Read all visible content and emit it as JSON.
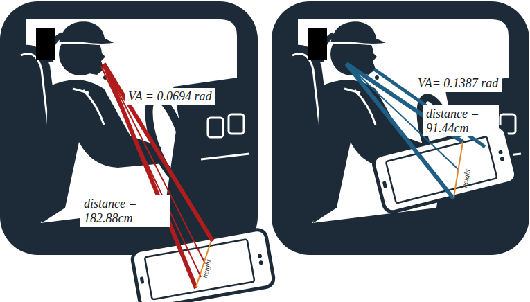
{
  "diagram": {
    "labels": [
      "VA = 0.0694 rad",
      "distance = 182.88cm",
      "height",
      "VA= 0.1387 rad",
      "distance = 91.44cm",
      "height"
    ]
  }
}
